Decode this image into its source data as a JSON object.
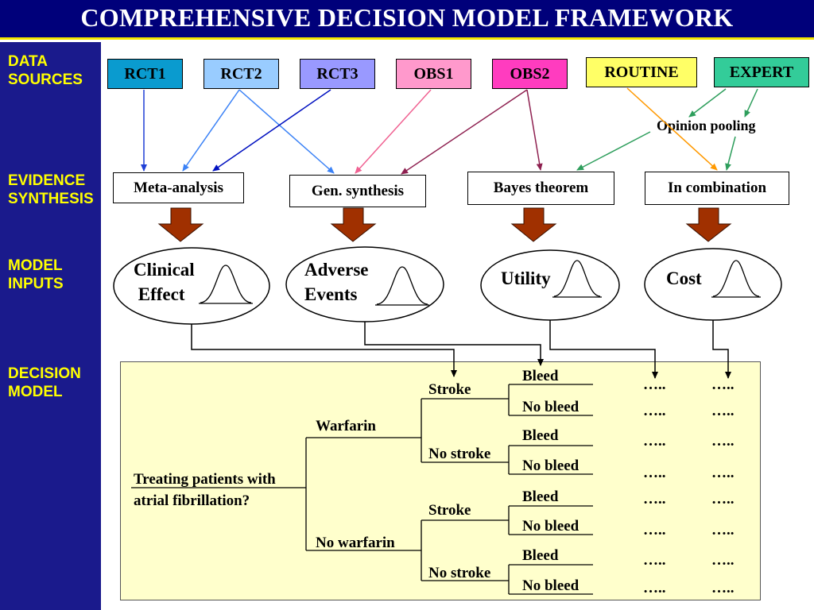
{
  "title": "COMPREHENSIVE DECISION MODEL FRAMEWORK",
  "sidebar": {
    "data_sources": "DATA\nSOURCES",
    "evidence_synthesis": "EVIDENCE\nSYNTHESIS",
    "model_inputs": "MODEL\nINPUTS",
    "decision_model": "DECISION\nMODEL"
  },
  "sources": [
    {
      "label": "RCT1",
      "color": "#0a9bcf"
    },
    {
      "label": "RCT2",
      "color": "#99ccff"
    },
    {
      "label": "RCT3",
      "color": "#9999ff"
    },
    {
      "label": "OBS1",
      "color": "#ff99cc"
    },
    {
      "label": "OBS2",
      "color": "#ff3cbf"
    },
    {
      "label": "ROUTINE",
      "color": "#ffff66"
    },
    {
      "label": "EXPERT",
      "color": "#33cc99"
    }
  ],
  "opinion_pooling": "Opinion pooling",
  "synthesis": {
    "meta_analysis": "Meta-analysis",
    "gen_synthesis": "Gen. synthesis",
    "bayes": "Bayes theorem",
    "combination": "In combination"
  },
  "inputs": {
    "clinical_effect": "Clinical\n Effect",
    "adverse_events": "Adverse\nEvents",
    "utility": "Utility",
    "cost": "Cost"
  },
  "tree": {
    "root": "Treating patients with\natrial fibrillation?",
    "warfarin": "Warfarin",
    "no_warfarin": "No warfarin",
    "stroke": "Stroke",
    "no_stroke": "No stroke",
    "bleed": "Bleed",
    "no_bleed": "No bleed",
    "dots": "….."
  },
  "colors": {
    "title_bg": "#00007a",
    "sidebar_bg": "#1a1a8c",
    "sidebar_text": "#ffff00",
    "tree_panel_bg": "#ffffcc",
    "arrow_fill": "#a03000"
  }
}
